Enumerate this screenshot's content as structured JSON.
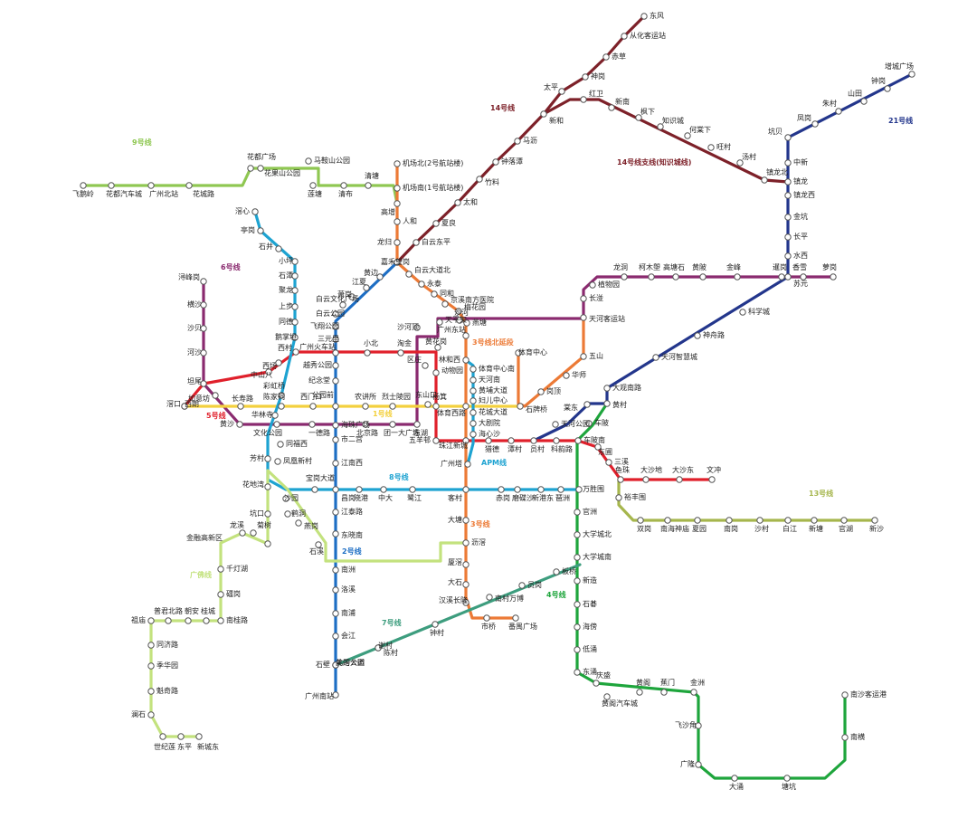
{
  "lines": [
    {
      "id": "line1",
      "label": "1号线",
      "color": "#f3d03e"
    },
    {
      "id": "line2",
      "label": "2号线",
      "color": "#1d6ec4"
    },
    {
      "id": "line3",
      "label": "3号线",
      "color": "#ec7a36"
    },
    {
      "id": "line3n",
      "label": "3号线北延段",
      "color": "#ec7a36"
    },
    {
      "id": "line4",
      "label": "4号线",
      "color": "#1ea53c"
    },
    {
      "id": "line5",
      "label": "5号线",
      "color": "#e0202b"
    },
    {
      "id": "line6",
      "label": "6号线",
      "color": "#8a2a6f"
    },
    {
      "id": "line7",
      "label": "7号线",
      "color": "#3d9d7e"
    },
    {
      "id": "line8",
      "label": "8号线",
      "color": "#1ea3d1"
    },
    {
      "id": "line9",
      "label": "9号线",
      "color": "#8fc752"
    },
    {
      "id": "line13",
      "label": "13号线",
      "color": "#a6b64d"
    },
    {
      "id": "line14",
      "label": "14号线",
      "color": "#7d2129"
    },
    {
      "id": "line14z",
      "label": "14号线支线(知识城线)",
      "color": "#7d2129"
    },
    {
      "id": "line21",
      "label": "21号线",
      "color": "#23368c"
    },
    {
      "id": "guangfo",
      "label": "广佛线",
      "color": "#c3e27e"
    },
    {
      "id": "apm",
      "label": "APM线",
      "color": "#1ea3d1"
    }
  ],
  "stations": [
    "东风",
    "从化客运站",
    "赤草",
    "神岗",
    "太平",
    "新和",
    "马沥",
    "钟落潭",
    "竹料",
    "太和",
    "夏良",
    "白云东平",
    "红卫",
    "新南",
    "枫下",
    "知识城",
    "何棠下",
    "旺村",
    "汤村",
    "镇龙北",
    "镇龙",
    "增城广场",
    "钟岗",
    "山田",
    "朱村",
    "凤岗",
    "坑贝",
    "中新",
    "镇龙西",
    "金坑",
    "长平",
    "水西",
    "苏元",
    "科学城",
    "神舟路",
    "天河智慧城",
    "大观南路",
    "黄村",
    "萝岗",
    "香雪",
    "暹岗",
    "金峰",
    "黄陂",
    "高塘石",
    "柯木塱",
    "龙洞",
    "植物园",
    "长湴",
    "天河客运站",
    "五山",
    "华师",
    "岗顶",
    "石牌桥",
    "飞鹅岭",
    "花都汽车城",
    "广州北站",
    "花城路",
    "花都广场",
    "花果山公园",
    "马鞍山公园",
    "莲塘",
    "清布",
    "清塘",
    "高增",
    "机场北(2号航站楼)",
    "机场南(1号航站楼)",
    "人和",
    "龙归",
    "嘉禾望岗",
    "白云大道北",
    "永泰",
    "同和",
    "京溪南方医院",
    "梅花园",
    "燕塘",
    "黄边",
    "江夏",
    "萧岗",
    "白云文化广场",
    "白云公园",
    "飞翔公园",
    "三元里",
    "广州火车站",
    "越秀公园",
    "纪念堂",
    "公园前",
    "海珠广场",
    "市二宫",
    "江南西",
    "昌岗",
    "江泰路",
    "东晓南",
    "南洲",
    "洛溪",
    "南浦",
    "会江",
    "石壁",
    "广州南站",
    "浔峰岗",
    "横沙",
    "沙贝",
    "河沙",
    "坦尾",
    "如意坊",
    "黄沙",
    "文化公园",
    "一德路",
    "北京路",
    "团一大广场",
    "东湖",
    "东山口",
    "区庄",
    "黄花岗",
    "沙河顶",
    "天平架",
    "沙河",
    "滘口",
    "中山八",
    "西场",
    "西村",
    "小北",
    "淘金",
    "动物园",
    "杨箕",
    "五羊邨",
    "珠江新城",
    "猎德",
    "潭村",
    "员村",
    "科韵路",
    "车陂南",
    "东圃",
    "三溪",
    "鱼珠",
    "大沙地",
    "大沙东",
    "文冲",
    "西朗",
    "坑口",
    "花地湾",
    "芳村",
    "长寿路",
    "陈家祠",
    "西门口",
    "农讲所",
    "烈士陵园",
    "体育西路",
    "体育中心",
    "广州东站",
    "滘心",
    "亭岗",
    "石井",
    "小坪",
    "石潭",
    "聚龙",
    "上步",
    "同德",
    "鹅掌坦",
    "彩虹桥",
    "华林寺",
    "同福西",
    "凤凰新村",
    "沙园",
    "宝岗大道",
    "晓港",
    "中大",
    "鹭江",
    "客村",
    "赤岗",
    "磨碟沙",
    "新港东",
    "琶洲",
    "万胜围",
    "官洲",
    "大学城北",
    "大学城南",
    "新造",
    "石碁",
    "海傍",
    "低涌",
    "东涌",
    "庆盛",
    "黄阁汽车城",
    "黄阁",
    "蕉门",
    "金洲",
    "飞沙角",
    "广隆",
    "大涌",
    "塘坑",
    "南横",
    "南沙客运港",
    "林和西",
    "体育中心南",
    "天河南",
    "黄埔大道",
    "妇儿中心",
    "花城大道",
    "大剧院",
    "海心沙",
    "广州塔",
    "大塘",
    "沥滘",
    "厦滘",
    "大石",
    "汉溪长隆",
    "市桥",
    "番禺广场",
    "美的大道",
    "北滘公园",
    "陈村",
    "谢村",
    "钟村",
    "南村万博",
    "员岗",
    "板桥",
    "天河公园",
    "棠东",
    "车陂",
    "裕丰围",
    "双岗",
    "南海神庙",
    "夏园",
    "南岗",
    "沙村",
    "白江",
    "新塘",
    "官湖",
    "新沙",
    "金融高新区",
    "龙溪",
    "菊树",
    "千灯湖",
    "礌岗",
    "南桂路",
    "桂城",
    "朝安",
    "普君北路",
    "祖庙",
    "同济路",
    "季华园",
    "魁奇路",
    "澜石",
    "世纪莲",
    "东平",
    "新城东",
    "鹤洞",
    "燕岗",
    "石溪"
  ]
}
